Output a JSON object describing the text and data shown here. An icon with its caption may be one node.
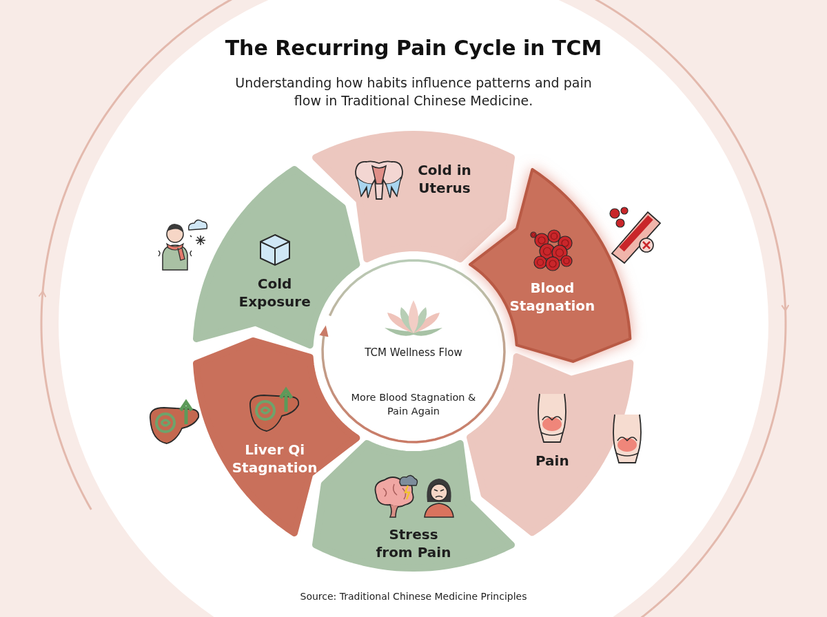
{
  "diagram": {
    "title": "The Recurring Pain Cycle in TCM",
    "nodes": [
      {
        "text": [
          "Cold Exposure"
        ]
      },
      {
        "text": [
          "Cold in Uterus"
        ]
      },
      {
        "text": [
          "Blood Stagnation"
        ]
      },
      {
        "text": [
          "Pain"
        ]
      },
      {
        "text": [
          "Stress from Pain"
        ]
      },
      {
        "text": [
          "Liver Qi Stagnation"
        ]
      }
    ],
    "labels": [
      "Understanding how habits influence patterns and pain flow in Traditional Chinese Medicine.",
      "TCM Wellness Flow",
      "More Blood Stagnation & Pain Again",
      "Source: Traditional Chinese Medicine Principles"
    ]
  }
}
